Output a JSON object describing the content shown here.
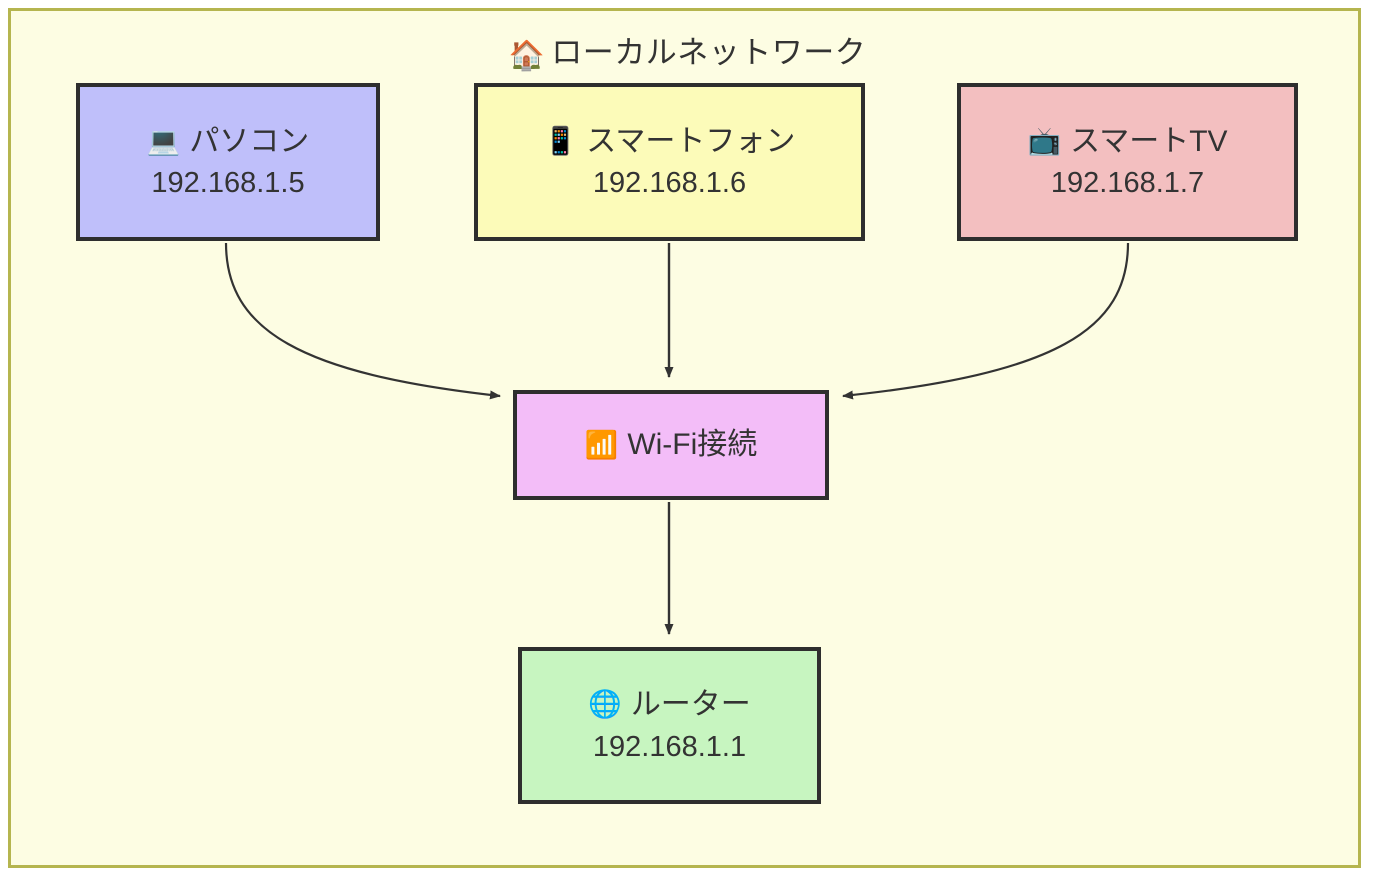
{
  "diagram": {
    "type": "network-topology-flowchart",
    "background_color": "#fdfde3",
    "frame_border_color": "#b5b54f",
    "node_border_color": "#2e2e2e",
    "edge_color": "#333333",
    "cluster": {
      "title": "ローカルネットワーク",
      "icon": "house-emoji",
      "icon_glyph": "🏠"
    },
    "nodes": [
      {
        "id": "pc",
        "icon": "laptop-emoji",
        "icon_glyph": "💻",
        "label": "パソコン",
        "ip": "192.168.1.5",
        "fill": "#bfbffa"
      },
      {
        "id": "phone",
        "icon": "mobile-phone-emoji",
        "icon_glyph": "📱",
        "label": "スマートフォン",
        "ip": "192.168.1.6",
        "fill": "#fcfbb9"
      },
      {
        "id": "tv",
        "icon": "television-emoji",
        "icon_glyph": "📺",
        "label": "スマートTV",
        "ip": "192.168.1.7",
        "fill": "#f3bfc0"
      },
      {
        "id": "wifi",
        "icon": "antenna-bars-emoji",
        "icon_glyph": "📶",
        "label": "Wi-Fi接続",
        "ip": "",
        "fill": "#f3bdf8"
      },
      {
        "id": "router",
        "icon": "globe-with-meridians-emoji",
        "icon_glyph": "🌐",
        "label": "ルーター",
        "ip": "192.168.1.1",
        "fill": "#c7f5c0"
      }
    ],
    "edges": [
      {
        "from": "pc",
        "to": "wifi",
        "style": "curved-arrow"
      },
      {
        "from": "phone",
        "to": "wifi",
        "style": "straight-arrow"
      },
      {
        "from": "tv",
        "to": "wifi",
        "style": "curved-arrow"
      },
      {
        "from": "wifi",
        "to": "router",
        "style": "straight-arrow"
      }
    ]
  }
}
